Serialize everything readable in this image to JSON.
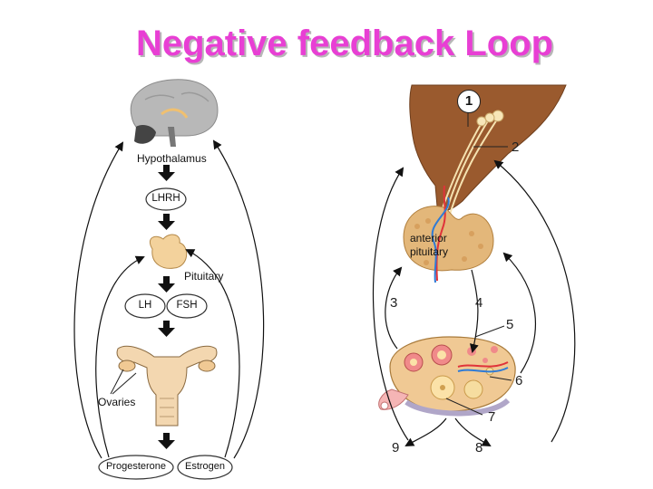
{
  "title": "Negative feedback Loop",
  "left_diagram": {
    "hypothalamus_label": "Hypothalamus",
    "lhrh_label": "LHRH",
    "pituitary_label": "Pituitary",
    "lh_label": "LH",
    "fsh_label": "FSH",
    "ovaries_label": "Ovaries",
    "progesterone_label": "Progesterone",
    "estrogen_label": "Estrogen"
  },
  "right_diagram": {
    "anterior_label": "anterior",
    "pituitary_label": "pituitary",
    "numbers": [
      "1",
      "2",
      "3",
      "4",
      "5",
      "6",
      "7",
      "8",
      "9"
    ]
  },
  "colors": {
    "title": "#e83fd4",
    "title_shadow": "#b7b7b7",
    "brain": "#b8b8b8",
    "hypothalamus_tissue": "#9a5a2e",
    "gland": "#e3b77a",
    "ovary": "#f0c994",
    "follicle": "#f08a8a",
    "vessel_red": "#e0333a",
    "vessel_blue": "#2f7bd6"
  }
}
